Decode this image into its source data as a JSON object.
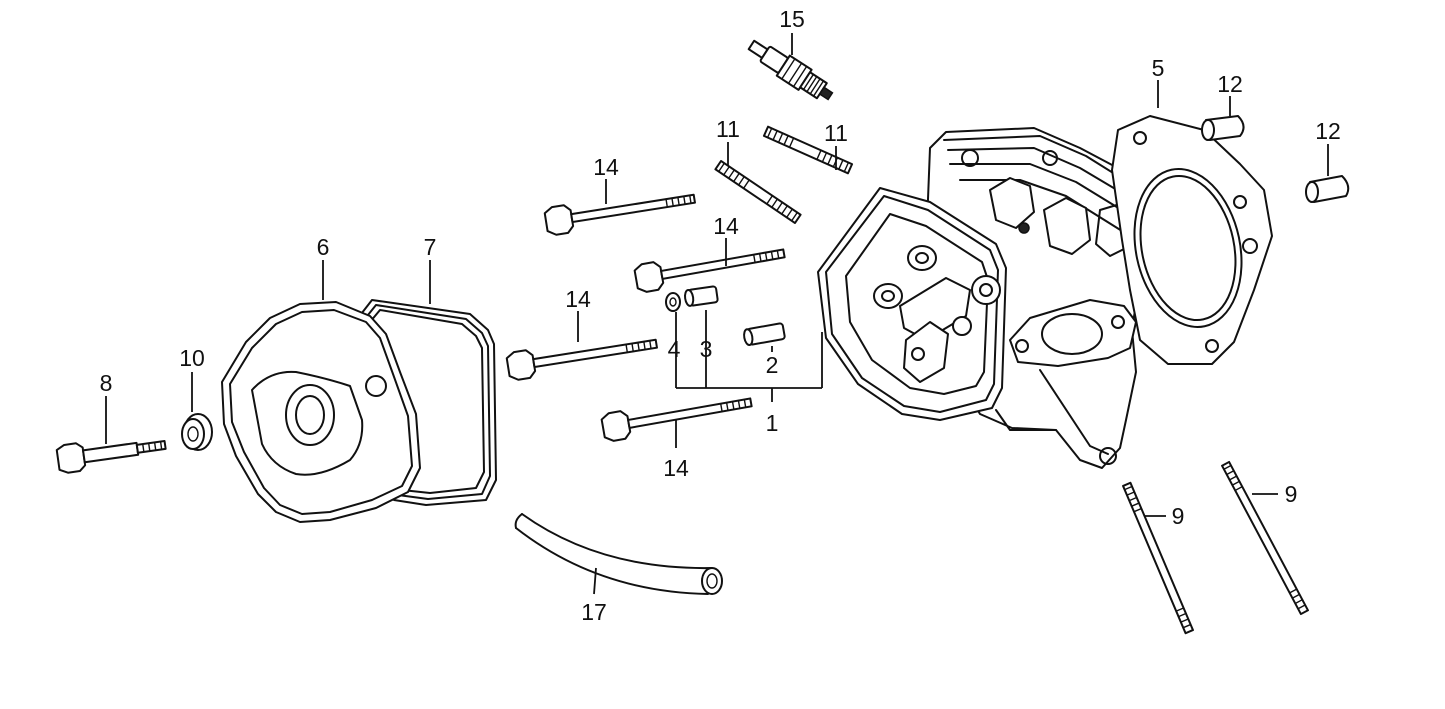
{
  "callouts": {
    "c1": "1",
    "c2": "2",
    "c3": "3",
    "c4": "4",
    "c5": "5",
    "c6": "6",
    "c7": "7",
    "c8": "8",
    "c9a": "9",
    "c9b": "9",
    "c10": "10",
    "c11a": "11",
    "c11b": "11",
    "c12a": "12",
    "c12b": "12",
    "c14a": "14",
    "c14b": "14",
    "c14c": "14",
    "c14d": "14",
    "c15": "15",
    "c17": "17"
  }
}
